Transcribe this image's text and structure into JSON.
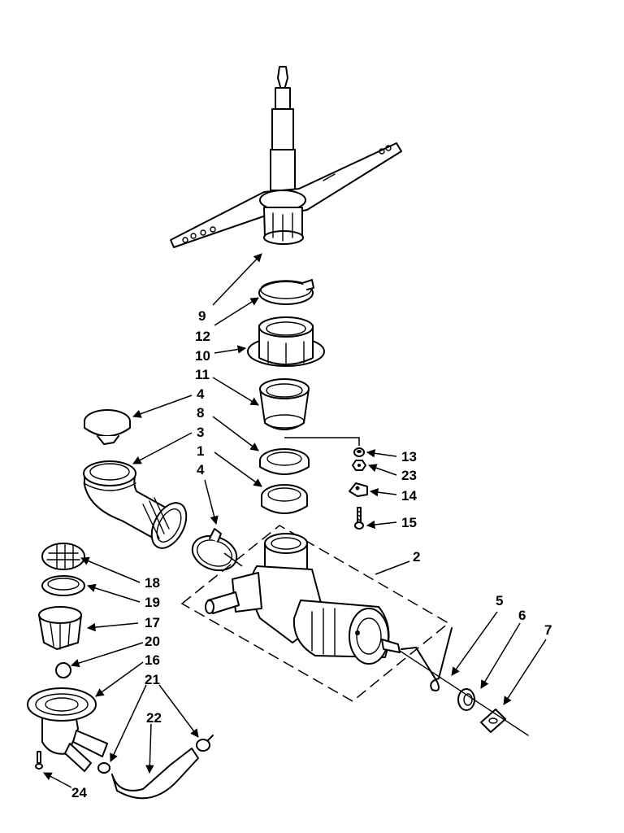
{
  "diagram": {
    "type": "exploded-parts-diagram",
    "callouts": {
      "c9": "9",
      "c12": "12",
      "c10": "10",
      "c11": "11",
      "c4a": "4",
      "c8": "8",
      "c3": "3",
      "c1": "1",
      "c4b": "4",
      "c13": "13",
      "c23": "23",
      "c14": "14",
      "c15": "15",
      "c2": "2",
      "c5": "5",
      "c6": "6",
      "c7": "7",
      "c18": "18",
      "c19": "19",
      "c17": "17",
      "c20": "20",
      "c16": "16",
      "c21": "21",
      "c22": "22",
      "c24": "24"
    }
  }
}
